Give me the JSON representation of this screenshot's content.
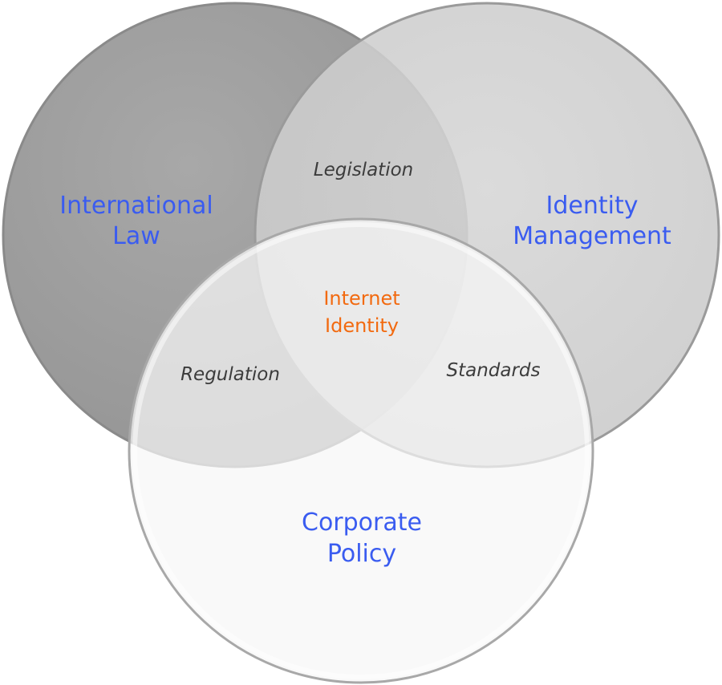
{
  "colors": {
    "set_label": "#3a5cf0",
    "overlap_label": "#3c3c3c",
    "center_label": "#f26a10"
  },
  "sets": {
    "left": {
      "line1": "International",
      "line2": "Law"
    },
    "right": {
      "line1": "Identity",
      "line2": "Management"
    },
    "bottom": {
      "line1": "Corporate",
      "line2": "Policy"
    }
  },
  "overlaps": {
    "left_right": "Legislation",
    "left_bottom": "Regulation",
    "right_bottom": "Standards"
  },
  "center": {
    "line1": "Internet",
    "line2": "Identity"
  }
}
